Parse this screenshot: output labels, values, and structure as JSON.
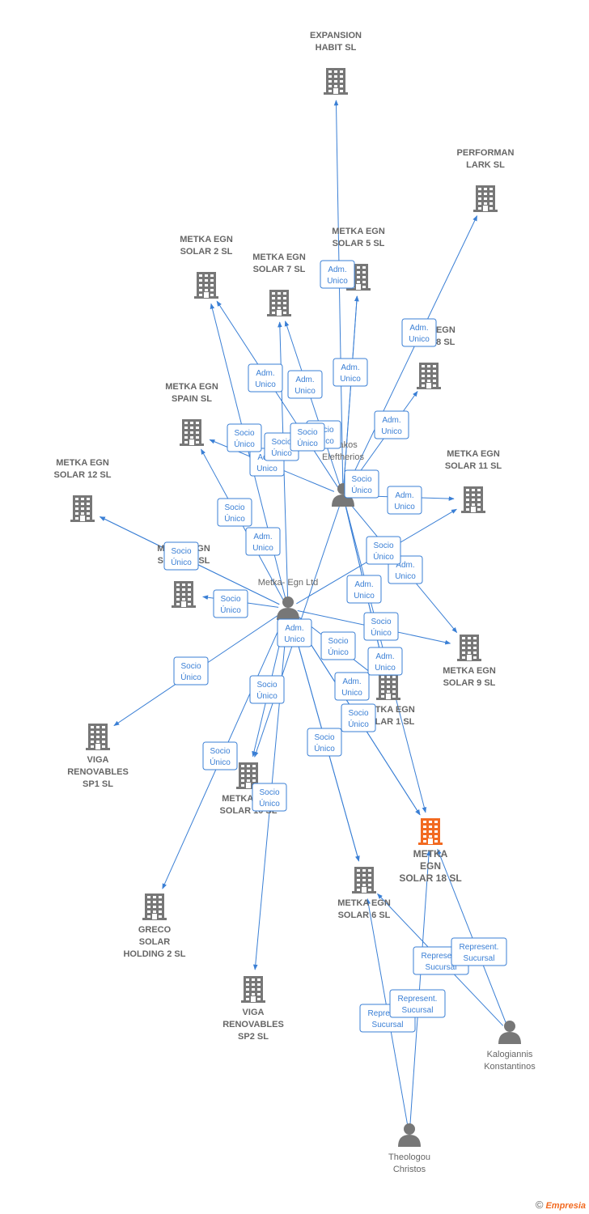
{
  "colors": {
    "edge": "#3a7fd5",
    "node": "#777777",
    "highlight": "#f26a21",
    "label": "#666666"
  },
  "nodes": [
    {
      "id": "expansion",
      "type": "company",
      "label": [
        "EXPANSION",
        "HABIT  SL"
      ]
    },
    {
      "id": "performan",
      "type": "company",
      "label": [
        "PERFORMAN",
        "LARK  SL"
      ]
    },
    {
      "id": "solar2",
      "type": "company",
      "label": [
        "METKA EGN",
        "SOLAR 2  SL"
      ]
    },
    {
      "id": "solar5",
      "type": "company",
      "label": [
        "METKA EGN",
        "SOLAR 5  SL"
      ]
    },
    {
      "id": "solar7",
      "type": "company",
      "label": [
        "METKA EGN",
        "SOLAR 7  SL"
      ]
    },
    {
      "id": "solar8",
      "type": "company",
      "label": [
        "METKA EGN",
        "SOLAR 8  SL"
      ]
    },
    {
      "id": "spain",
      "type": "company",
      "label": [
        "METKA EGN",
        "SPAIN  SL"
      ]
    },
    {
      "id": "solar11",
      "type": "company",
      "label": [
        "METKA EGN",
        "SOLAR 11  SL"
      ]
    },
    {
      "id": "solar12",
      "type": "company",
      "label": [
        "METKA EGN",
        "SOLAR 12  SL"
      ]
    },
    {
      "id": "solar3",
      "type": "company",
      "label": [
        "METKA EGN",
        "SOLAR 3  SL"
      ]
    },
    {
      "id": "solar9",
      "type": "company",
      "label": [
        "METKA EGN",
        "SOLAR 9  SL"
      ]
    },
    {
      "id": "solar1",
      "type": "company",
      "label": [
        "METKA EGN",
        "SOLAR 1  SL"
      ]
    },
    {
      "id": "viga1",
      "type": "company",
      "label": [
        "VIGA",
        "RENOVABLES",
        "SP1  SL"
      ]
    },
    {
      "id": "solar10",
      "type": "company",
      "label": [
        "METKA EGN",
        "SOLAR 10  SL"
      ]
    },
    {
      "id": "solar18",
      "type": "company-highlight",
      "label": [
        "METKA",
        "EGN",
        "SOLAR 18  SL"
      ]
    },
    {
      "id": "greco",
      "type": "company",
      "label": [
        "GRECO",
        "SOLAR",
        "HOLDING 2  SL"
      ]
    },
    {
      "id": "solar6",
      "type": "company",
      "label": [
        "METKA EGN",
        "SOLAR 6  SL"
      ]
    },
    {
      "id": "viga2",
      "type": "company",
      "label": [
        "VIGA",
        "RENOVABLES",
        "SP2  SL"
      ]
    },
    {
      "id": "pliakos",
      "type": "person",
      "label": [
        "Pliakos",
        "Eleftherios"
      ]
    },
    {
      "id": "metkaltd",
      "type": "person",
      "label": [
        "Metka- Egn Ltd"
      ]
    },
    {
      "id": "kalogiannis",
      "type": "person",
      "label": [
        "Kalogiannis",
        "Konstantinos"
      ]
    },
    {
      "id": "theologou",
      "type": "person",
      "label": [
        "Theologou",
        "Christos"
      ]
    }
  ],
  "edges": [
    {
      "label": [
        "Adm.",
        "Unico"
      ]
    },
    {
      "label": [
        "Adm.",
        "Unico"
      ]
    },
    {
      "label": [
        "Adm.",
        "Unico"
      ]
    },
    {
      "label": [
        "Adm.",
        "Unico"
      ]
    },
    {
      "label": [
        "Adm.",
        "Unico"
      ]
    },
    {
      "label": [
        "Adm.",
        "Unico"
      ]
    },
    {
      "label": [
        "Adm.",
        "Unico"
      ]
    },
    {
      "label": [
        "Adm.",
        "Unico"
      ]
    },
    {
      "label": [
        "Adm.",
        "Unico"
      ]
    },
    {
      "label": [
        "Adm.",
        "Unico"
      ]
    },
    {
      "label": [
        "Adm.",
        "Unico"
      ]
    },
    {
      "label": [
        "Adm.",
        "Unico"
      ]
    },
    {
      "label": [
        "Adm.",
        "Unico"
      ]
    },
    {
      "label": [
        "Adm.",
        "Unico"
      ]
    },
    {
      "label": [
        "Socio",
        "Único"
      ]
    },
    {
      "label": [
        "Socio",
        "Único"
      ]
    },
    {
      "label": [
        "Socio",
        "Único"
      ]
    },
    {
      "label": [
        "Socio",
        "Único"
      ]
    },
    {
      "label": [
        "Socio",
        "Único"
      ]
    },
    {
      "label": [
        "Socio",
        "Único"
      ]
    },
    {
      "label": [
        "Socio",
        "Único"
      ]
    },
    {
      "label": [
        "Socio",
        "Único"
      ]
    },
    {
      "label": [
        "Socio",
        "Único"
      ]
    },
    {
      "label": [
        "Socio",
        "Único"
      ]
    },
    {
      "label": [
        "Socio",
        "Único"
      ]
    },
    {
      "label": [
        "Socio",
        "Único"
      ]
    },
    {
      "label": [
        "Socio",
        "Único"
      ]
    },
    {
      "label": [
        "Socio",
        "Único"
      ]
    },
    {
      "label": [
        "Socio",
        "Único"
      ]
    },
    {
      "label": [
        "Socio",
        "Único"
      ]
    },
    {
      "label": [
        "Socio",
        "Único"
      ]
    },
    {
      "label": [
        "Represent.",
        "Sucursal"
      ]
    },
    {
      "label": [
        "Represent.",
        "Sucursal"
      ]
    },
    {
      "label": [
        "Represent.",
        "Sucursal"
      ]
    },
    {
      "label": [
        "Represent.",
        "Sucursal"
      ]
    }
  ],
  "footer": {
    "copyright": "©",
    "brand": "Empresia"
  }
}
